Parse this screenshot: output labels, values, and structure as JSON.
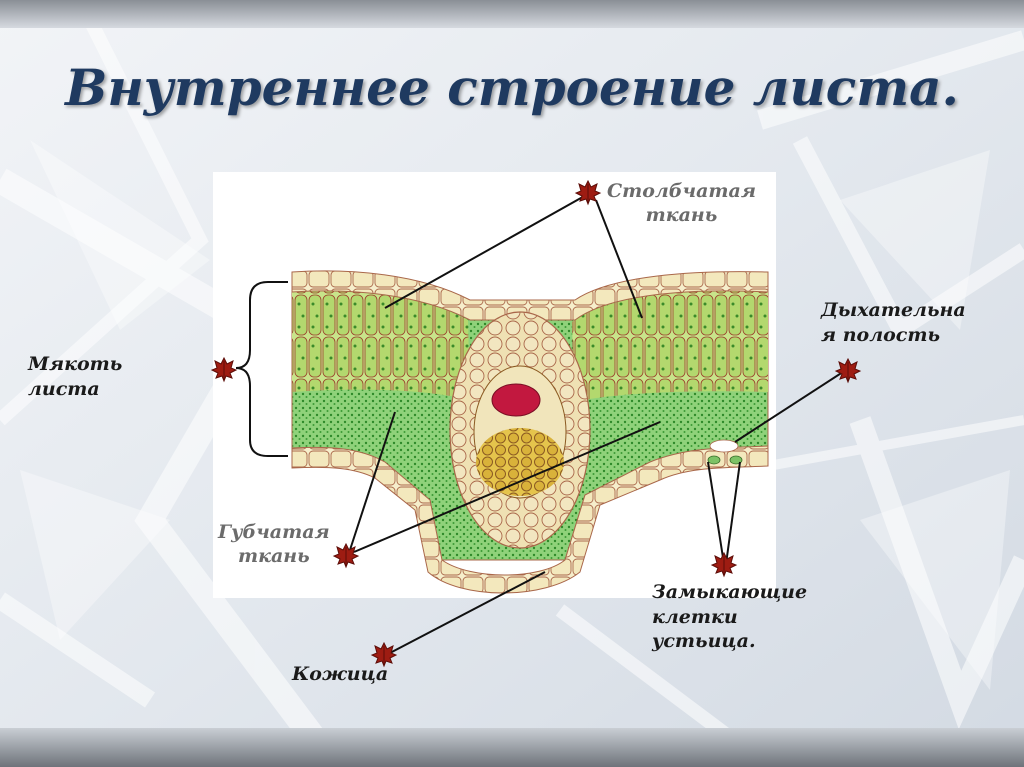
{
  "slide": {
    "title": "Внутреннее строение листа.",
    "accent_color": "#1f3a60",
    "icon": "maple-leaf-icon"
  },
  "labels": {
    "palisade": [
      "Столбчатая",
      "ткань"
    ],
    "spongy": [
      "Губчатая",
      "ткань"
    ],
    "mesophyll": [
      "Мякоть",
      "листа"
    ],
    "air_cavity": [
      "Дыхательна",
      "я полость"
    ],
    "guard_cells": [
      "Замыкающие",
      "клетки",
      "устьица."
    ],
    "epidermis": [
      "Кожица"
    ]
  }
}
